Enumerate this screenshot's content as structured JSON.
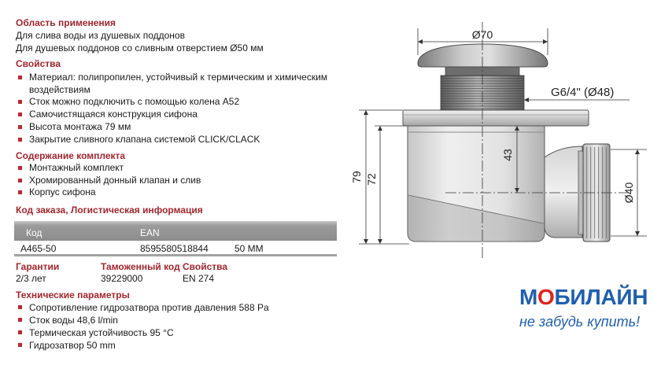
{
  "application": {
    "heading": "Область применения",
    "lines": [
      "Для слива воды из душевых поддонов",
      "Для душевых поддонов со сливным отверстием Ø50 мм"
    ]
  },
  "properties": {
    "heading": "Свойства",
    "items": [
      "Материал: полипропилен, устойчивый к термическим и химическим воздействиям",
      "Сток можно подключить с помощью колена A52",
      "Самочистящаяся конструкция сифона",
      "Высота монтажа 79 мм",
      "Закрытие сливного клапана системой CLICK/CLACK"
    ]
  },
  "kit": {
    "heading": "Содержание комплекта",
    "items": [
      "Монтажный комплект",
      "Хромированный донный клапан и слив",
      "Корпус сифона"
    ]
  },
  "order": {
    "heading": "Код заказа, Логистическая информация",
    "columns": [
      "Код",
      "EAN"
    ],
    "row": [
      "A465-50",
      "8595580518844",
      "50 MM"
    ]
  },
  "meta": {
    "warranty": {
      "label": "Гарантии",
      "value": "2/3 лет"
    },
    "customs_code": {
      "label": "Таможенный код",
      "value": "39229000"
    },
    "standard": {
      "label": "Свойства",
      "value": "EN 274"
    }
  },
  "technical": {
    "heading": "Технические параметры",
    "items": [
      "Сопротивление гидрозатвора против давления 588 Pa",
      "Сток воды 48,6 l/min",
      "Термическая устойчивость 95 °C",
      "Гидрозатвор 50 mm"
    ]
  },
  "drawing": {
    "dim_top_diameter": "Ø70",
    "dim_thread": "G6/4\" (Ø48)",
    "dim_height_total": "79",
    "dim_height_body": "72",
    "dim_outlet_axis": "43",
    "dim_outlet_diameter": "Ø40"
  },
  "logo": {
    "prefix": "М",
    "o": "О",
    "suffix": "БИЛАЙН",
    "slogan": "не забудь купить!"
  },
  "colors": {
    "heading": "#a3262e",
    "bullet": "#c0282e",
    "table_header": "#8c8c8c",
    "logo_blue": "#1f5fb0",
    "logo_red": "#e2231a"
  }
}
